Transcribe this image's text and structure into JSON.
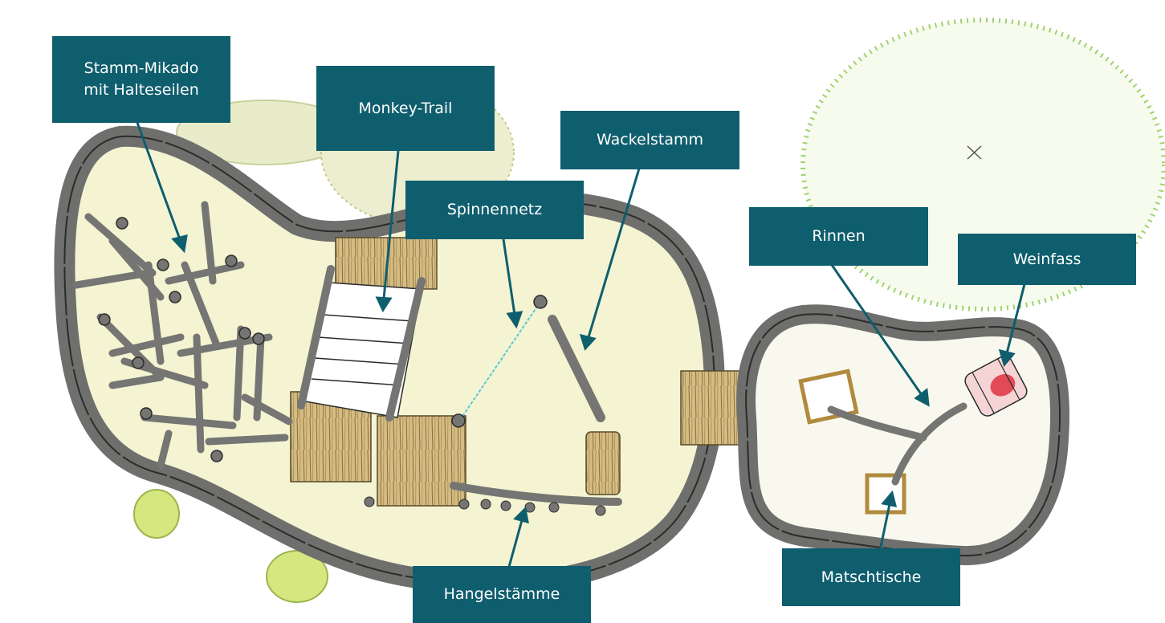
{
  "labels": {
    "stamm_mikado": "Stamm-Mikado\nmit Halteseilen",
    "monkey_trail": "Monkey-Trail",
    "wackelstamm": "Wackelstamm",
    "spinnennetz": "Spinnennetz",
    "rinnen": "Rinnen",
    "weinfass": "Weinfass",
    "matschtische": "Matschtische",
    "hangelstaemme": "Hangelstämme"
  },
  "colors": {
    "label_bg": "#0f5e6e",
    "arrow": "#0f5e6e",
    "stone": "#6f706d",
    "stone_edge": "#2b2b2b",
    "sand": "#f3f3c9",
    "wood": "#c9b078",
    "foliage": "#cfe58a",
    "net": "#5cc6d8"
  }
}
